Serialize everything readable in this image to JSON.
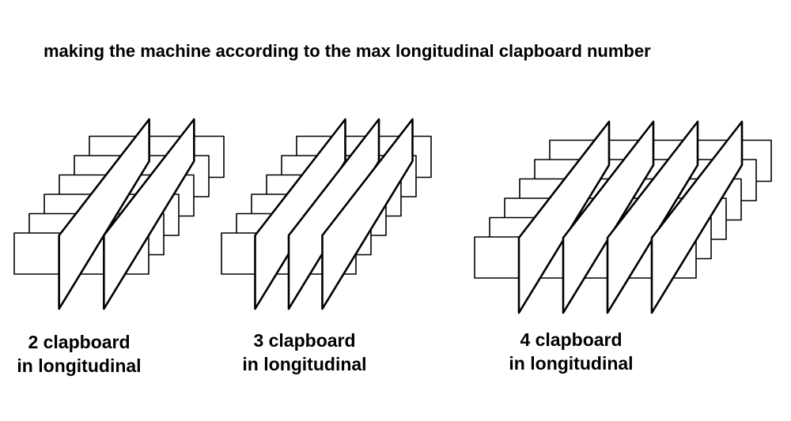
{
  "title": "making the machine according to the max longitudinal clapboard number",
  "diagrams": [
    {
      "longitudinal_clapboards": 2,
      "transverse_clapboards": 6,
      "caption_line1": "2 clapboard",
      "caption_line2": "in longitudinal"
    },
    {
      "longitudinal_clapboards": 3,
      "transverse_clapboards": 6,
      "caption_line1": "3 clapboard",
      "caption_line2": "in longitudinal"
    },
    {
      "longitudinal_clapboards": 4,
      "transverse_clapboards": 6,
      "caption_line1": "4 clapboard",
      "caption_line2": "in longitudinal"
    }
  ],
  "colors": {
    "line": "#000000",
    "panel_fill": "#ffffff"
  }
}
